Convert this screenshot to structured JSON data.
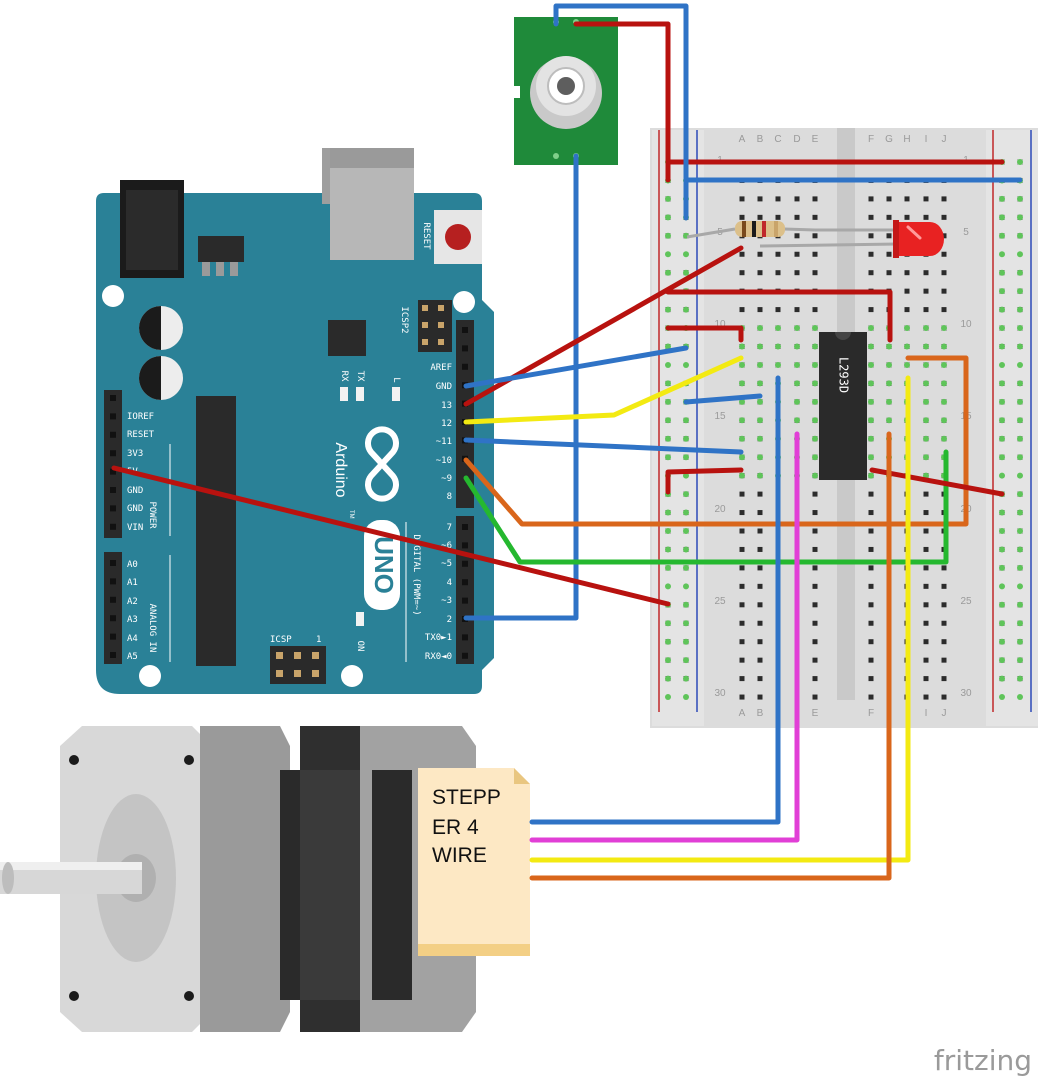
{
  "arduino": {
    "reset_label": "RESET",
    "icsp2_label": "ICSP2",
    "icsp_label": "ICSP",
    "icsp_one": "1",
    "tx_label": "TX",
    "rx_label": "RX",
    "l_label": "L",
    "on_label": "ON",
    "brand": "Arduino",
    "tm": "TM",
    "model": "UNO",
    "digital_label": "DIGITAL (PWM=~)",
    "power_label": "POWER",
    "analog_label": "ANALOG IN",
    "header_digital_high": [
      "AREF",
      "GND",
      "13",
      "12",
      "~11",
      "~10",
      "~9",
      "8"
    ],
    "header_digital_low": [
      "7",
      "~6",
      "~5",
      "4",
      "~3",
      "2",
      "TX0►1",
      "RX0◄0"
    ],
    "header_power": [
      "IOREF",
      "RESET",
      "3V3",
      "5V",
      "GND",
      "GND",
      "VIN"
    ],
    "header_analog": [
      "A0",
      "A1",
      "A2",
      "A3",
      "A4",
      "A5"
    ]
  },
  "breadboard": {
    "columns_left": [
      "A",
      "B",
      "C",
      "D",
      "E"
    ],
    "columns_right": [
      "F",
      "G",
      "H",
      "I",
      "J"
    ],
    "row_numbers": [
      "1",
      "5",
      "10",
      "15",
      "20",
      "25",
      "30"
    ]
  },
  "ic": {
    "label": "L293D"
  },
  "stepper": {
    "note_text": [
      "STEPP",
      "ER 4",
      "WIRE"
    ]
  },
  "watermark": "fritzing",
  "colors": {
    "board_teal": "#2a8197",
    "wire_red": "#b8120f",
    "wire_blue": "#2f73c6",
    "wire_yellow": "#f3ea12",
    "wire_green": "#25b82f",
    "wire_orange": "#d9661b",
    "wire_magenta": "#e13fd6",
    "sensor_green": "#1f8a3a",
    "led_red": "#e82222"
  }
}
